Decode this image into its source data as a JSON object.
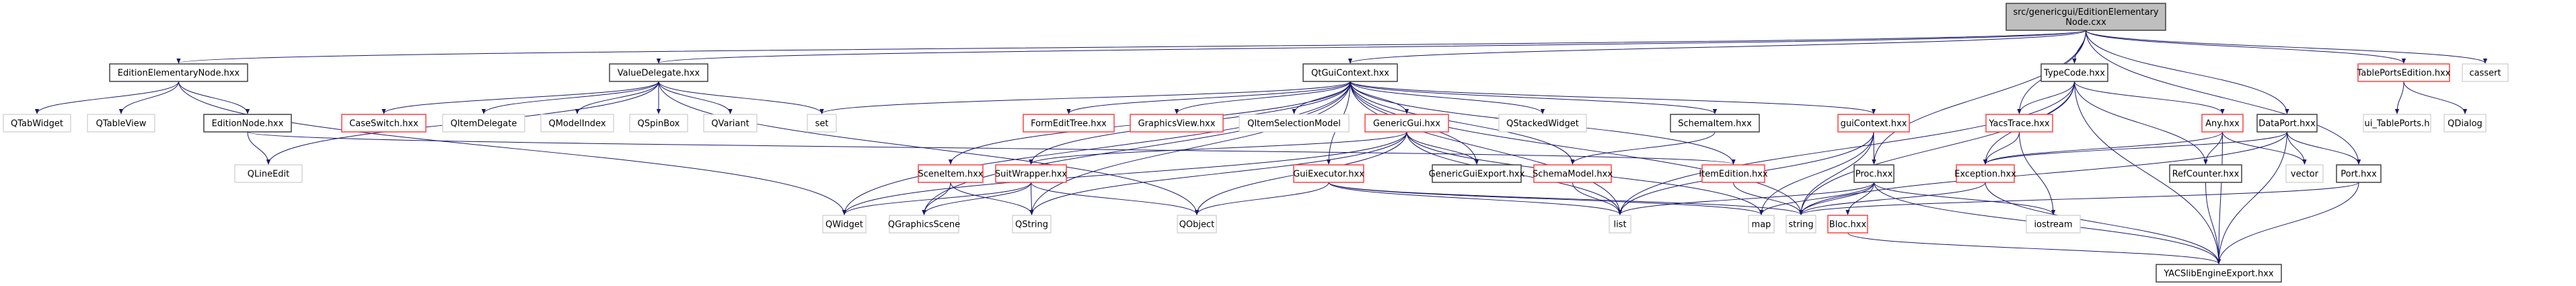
{
  "diagram": {
    "type": "include-dependency-graph",
    "colors": {
      "edge": "#191970",
      "root_fill": "#bfbfbf",
      "root_border": "#404040",
      "documented_border": "#404040",
      "truncated_border": "#ff4040",
      "external_border": "#cccccc",
      "node_fill": "#ffffff"
    },
    "nodes": [
      {
        "id": "root",
        "lines": [
          "src/genericgui/EditionElementary",
          "Node.cxx"
        ],
        "kind": "root"
      },
      {
        "id": "EditionElementaryNode",
        "lines": [
          "EditionElementaryNode.hxx"
        ],
        "kind": "documented"
      },
      {
        "id": "ValueDelegate",
        "lines": [
          "ValueDelegate.hxx"
        ],
        "kind": "documented"
      },
      {
        "id": "QtGuiContext",
        "lines": [
          "QtGuiContext.hxx"
        ],
        "kind": "documented"
      },
      {
        "id": "TypeCode",
        "lines": [
          "TypeCode.hxx"
        ],
        "kind": "documented"
      },
      {
        "id": "TablePortsEdition",
        "lines": [
          "TablePortsEdition.hxx"
        ],
        "kind": "truncated"
      },
      {
        "id": "cassert",
        "lines": [
          "cassert"
        ],
        "kind": "external"
      },
      {
        "id": "QTabWidget",
        "lines": [
          "QTabWidget"
        ],
        "kind": "external"
      },
      {
        "id": "QTableView",
        "lines": [
          "QTableView"
        ],
        "kind": "external"
      },
      {
        "id": "EditionNode",
        "lines": [
          "EditionNode.hxx"
        ],
        "kind": "documented"
      },
      {
        "id": "CaseSwitch",
        "lines": [
          "CaseSwitch.hxx"
        ],
        "kind": "truncated"
      },
      {
        "id": "QItemDelegate",
        "lines": [
          "QItemDelegate"
        ],
        "kind": "external"
      },
      {
        "id": "QModelIndex",
        "lines": [
          "QModelIndex"
        ],
        "kind": "external"
      },
      {
        "id": "QSpinBox",
        "lines": [
          "QSpinBox"
        ],
        "kind": "external"
      },
      {
        "id": "QVariant",
        "lines": [
          "QVariant"
        ],
        "kind": "external"
      },
      {
        "id": "set",
        "lines": [
          "set"
        ],
        "kind": "external"
      },
      {
        "id": "FormEditTree",
        "lines": [
          "FormEditTree.hxx"
        ],
        "kind": "truncated"
      },
      {
        "id": "GraphicsView",
        "lines": [
          "GraphicsView.hxx"
        ],
        "kind": "truncated"
      },
      {
        "id": "QItemSelectionModel",
        "lines": [
          "QItemSelectionModel"
        ],
        "kind": "external"
      },
      {
        "id": "GenericGui",
        "lines": [
          "GenericGui.hxx"
        ],
        "kind": "truncated"
      },
      {
        "id": "QStackedWidget",
        "lines": [
          "QStackedWidget"
        ],
        "kind": "external"
      },
      {
        "id": "SchemaItem",
        "lines": [
          "SchemaItem.hxx"
        ],
        "kind": "documented"
      },
      {
        "id": "guiContext",
        "lines": [
          "guiContext.hxx"
        ],
        "kind": "truncated"
      },
      {
        "id": "YacsTrace",
        "lines": [
          "YacsTrace.hxx"
        ],
        "kind": "truncated"
      },
      {
        "id": "Any",
        "lines": [
          "Any.hxx"
        ],
        "kind": "truncated"
      },
      {
        "id": "DataPort",
        "lines": [
          "DataPort.hxx"
        ],
        "kind": "documented"
      },
      {
        "id": "ui_TablePorts",
        "lines": [
          "ui_TablePorts.h"
        ],
        "kind": "external"
      },
      {
        "id": "QDialog",
        "lines": [
          "QDialog"
        ],
        "kind": "external"
      },
      {
        "id": "QLineEdit",
        "lines": [
          "QLineEdit"
        ],
        "kind": "external"
      },
      {
        "id": "SceneItem",
        "lines": [
          "SceneItem.hxx"
        ],
        "kind": "truncated"
      },
      {
        "id": "SuitWrapper",
        "lines": [
          "SuitWrapper.hxx"
        ],
        "kind": "truncated"
      },
      {
        "id": "GuiExecutor",
        "lines": [
          "GuiExecutor.hxx"
        ],
        "kind": "truncated"
      },
      {
        "id": "GenericGuiExport",
        "lines": [
          "GenericGuiExport.hxx"
        ],
        "kind": "documented"
      },
      {
        "id": "SchemaModel",
        "lines": [
          "SchemaModel.hxx"
        ],
        "kind": "truncated"
      },
      {
        "id": "ItemEdition",
        "lines": [
          "ItemEdition.hxx"
        ],
        "kind": "truncated"
      },
      {
        "id": "Proc",
        "lines": [
          "Proc.hxx"
        ],
        "kind": "documented"
      },
      {
        "id": "Exception",
        "lines": [
          "Exception.hxx"
        ],
        "kind": "truncated"
      },
      {
        "id": "RefCounter",
        "lines": [
          "RefCounter.hxx"
        ],
        "kind": "documented"
      },
      {
        "id": "vector",
        "lines": [
          "vector"
        ],
        "kind": "external"
      },
      {
        "id": "Port",
        "lines": [
          "Port.hxx"
        ],
        "kind": "documented"
      },
      {
        "id": "QWidget",
        "lines": [
          "QWidget"
        ],
        "kind": "external"
      },
      {
        "id": "QGraphicsScene",
        "lines": [
          "QGraphicsScene"
        ],
        "kind": "external"
      },
      {
        "id": "QString",
        "lines": [
          "QString"
        ],
        "kind": "external"
      },
      {
        "id": "QObject",
        "lines": [
          "QObject"
        ],
        "kind": "external"
      },
      {
        "id": "list",
        "lines": [
          "list"
        ],
        "kind": "external"
      },
      {
        "id": "map",
        "lines": [
          "map"
        ],
        "kind": "external"
      },
      {
        "id": "string",
        "lines": [
          "string"
        ],
        "kind": "external"
      },
      {
        "id": "Bloc",
        "lines": [
          "Bloc.hxx"
        ],
        "kind": "truncated"
      },
      {
        "id": "iostream",
        "lines": [
          "iostream"
        ],
        "kind": "external"
      },
      {
        "id": "YACSlibEngineExport",
        "lines": [
          "YACSlibEngineExport.hxx"
        ],
        "kind": "documented"
      }
    ],
    "edges": [
      [
        "root",
        "EditionElementaryNode"
      ],
      [
        "root",
        "ValueDelegate"
      ],
      [
        "root",
        "QtGuiContext"
      ],
      [
        "root",
        "TypeCode"
      ],
      [
        "root",
        "TablePortsEdition"
      ],
      [
        "root",
        "cassert"
      ],
      [
        "root",
        "YacsTrace"
      ],
      [
        "root",
        "DataPort"
      ],
      [
        "root",
        "Port"
      ],
      [
        "root",
        "Proc"
      ],
      [
        "EditionElementaryNode",
        "QTabWidget"
      ],
      [
        "EditionElementaryNode",
        "QTableView"
      ],
      [
        "EditionElementaryNode",
        "EditionNode"
      ],
      [
        "EditionElementaryNode",
        "QWidget"
      ],
      [
        "EditionNode",
        "QLineEdit"
      ],
      [
        "EditionNode",
        "ItemEdition"
      ],
      [
        "ValueDelegate",
        "QLineEdit"
      ],
      [
        "ValueDelegate",
        "CaseSwitch"
      ],
      [
        "ValueDelegate",
        "QItemDelegate"
      ],
      [
        "ValueDelegate",
        "QModelIndex"
      ],
      [
        "ValueDelegate",
        "QSpinBox"
      ],
      [
        "ValueDelegate",
        "QVariant"
      ],
      [
        "ValueDelegate",
        "set"
      ],
      [
        "ValueDelegate",
        "QObject"
      ],
      [
        "QtGuiContext",
        "set"
      ],
      [
        "QtGuiContext",
        "FormEditTree"
      ],
      [
        "QtGuiContext",
        "GraphicsView"
      ],
      [
        "QtGuiContext",
        "QItemSelectionModel"
      ],
      [
        "QtGuiContext",
        "GenericGui"
      ],
      [
        "QtGuiContext",
        "QStackedWidget"
      ],
      [
        "QtGuiContext",
        "SchemaItem"
      ],
      [
        "QtGuiContext",
        "guiContext"
      ],
      [
        "QtGuiContext",
        "SceneItem"
      ],
      [
        "QtGuiContext",
        "SuitWrapper"
      ],
      [
        "QtGuiContext",
        "GuiExecutor"
      ],
      [
        "QtGuiContext",
        "GenericGuiExport"
      ],
      [
        "QtGuiContext",
        "SchemaModel"
      ],
      [
        "QtGuiContext",
        "ItemEdition"
      ],
      [
        "QtGuiContext",
        "QWidget"
      ],
      [
        "QtGuiContext",
        "QGraphicsScene"
      ],
      [
        "QtGuiContext",
        "QString"
      ],
      [
        "QtGuiContext",
        "list"
      ],
      [
        "QtGuiContext",
        "string"
      ],
      [
        "GenericGui",
        "SuitWrapper"
      ],
      [
        "GenericGui",
        "GenericGuiExport"
      ],
      [
        "GenericGui",
        "QString"
      ],
      [
        "GenericGui",
        "QObject"
      ],
      [
        "GenericGui",
        "list"
      ],
      [
        "GenericGui",
        "map"
      ],
      [
        "GenericGui",
        "QWidget"
      ],
      [
        "SchemaItem",
        "SchemaModel"
      ],
      [
        "guiContext",
        "Proc"
      ],
      [
        "guiContext",
        "map"
      ],
      [
        "guiContext",
        "string"
      ],
      [
        "guiContext",
        "list"
      ],
      [
        "TypeCode",
        "YacsTrace"
      ],
      [
        "TypeCode",
        "Any"
      ],
      [
        "TypeCode",
        "RefCounter"
      ],
      [
        "TypeCode",
        "Exception"
      ],
      [
        "TypeCode",
        "YACSlibEngineExport"
      ],
      [
        "TypeCode",
        "string"
      ],
      [
        "TypeCode",
        "list"
      ],
      [
        "YacsTrace",
        "Exception"
      ],
      [
        "YacsTrace",
        "iostream"
      ],
      [
        "Any",
        "Exception"
      ],
      [
        "Any",
        "RefCounter"
      ],
      [
        "Any",
        "vector"
      ],
      [
        "Any",
        "YACSlibEngineExport"
      ],
      [
        "DataPort",
        "Exception"
      ],
      [
        "DataPort",
        "vector"
      ],
      [
        "DataPort",
        "Port"
      ],
      [
        "DataPort",
        "YACSlibEngineExport"
      ],
      [
        "DataPort",
        "string"
      ],
      [
        "TablePortsEdition",
        "ui_TablePorts"
      ],
      [
        "TablePortsEdition",
        "QDialog"
      ],
      [
        "SceneItem",
        "QGraphicsScene"
      ],
      [
        "SceneItem",
        "QString"
      ],
      [
        "SuitWrapper",
        "QWidget"
      ],
      [
        "SuitWrapper",
        "QGraphicsScene"
      ],
      [
        "SuitWrapper",
        "QString"
      ],
      [
        "SuitWrapper",
        "QObject"
      ],
      [
        "GuiExecutor",
        "QObject"
      ],
      [
        "GuiExecutor",
        "list"
      ],
      [
        "GuiExecutor",
        "string"
      ],
      [
        "GuiExecutor",
        "map"
      ],
      [
        "SchemaModel",
        "list"
      ],
      [
        "ItemEdition",
        "string"
      ],
      [
        "Proc",
        "list"
      ],
      [
        "Proc",
        "map"
      ],
      [
        "Proc",
        "string"
      ],
      [
        "Proc",
        "Bloc"
      ],
      [
        "Proc",
        "iostream"
      ],
      [
        "Proc",
        "YACSlibEngineExport"
      ],
      [
        "Exception",
        "string"
      ],
      [
        "Exception",
        "YACSlibEngineExport"
      ],
      [
        "RefCounter",
        "YACSlibEngineExport"
      ],
      [
        "Port",
        "string"
      ],
      [
        "Port",
        "YACSlibEngineExport"
      ],
      [
        "Bloc",
        "YACSlibEngineExport"
      ]
    ]
  }
}
